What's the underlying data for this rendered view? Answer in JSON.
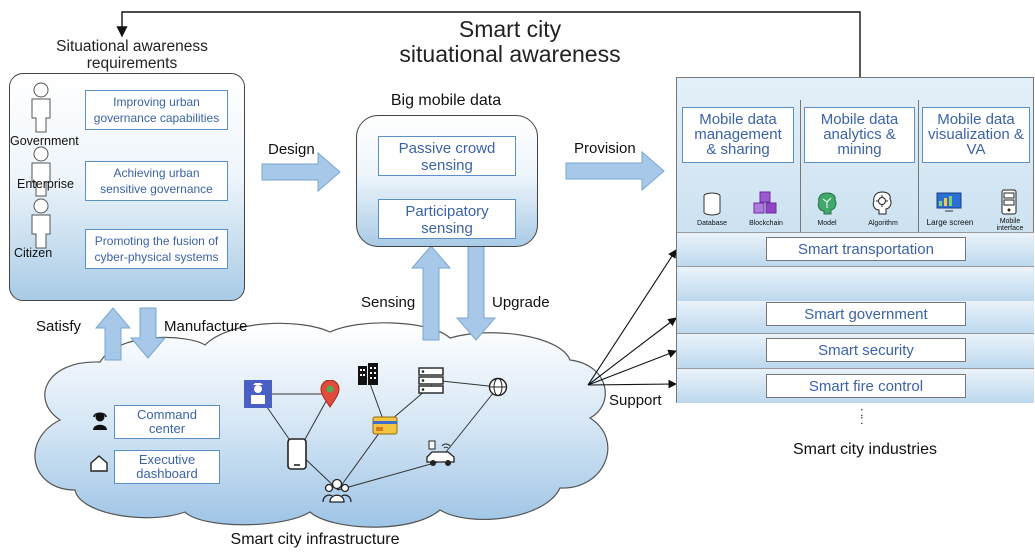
{
  "title": {
    "line1": "Smart city",
    "line2": "situational awareness"
  },
  "requirements": {
    "title_line1": "Situational awareness",
    "title_line2": "requirements",
    "roles": [
      {
        "label": "Government",
        "req_line1": "Improving urban",
        "req_line2": "governance capabilities"
      },
      {
        "label": "Enterprise",
        "req_line1": "Achieving urban",
        "req_line2": "sensitive governance"
      },
      {
        "label": "Citizen",
        "req_line1": "Promoting the fusion of",
        "req_line2": "cyber-physical systems"
      }
    ]
  },
  "mobile_data": {
    "title": "Big mobile data",
    "items": [
      {
        "line1": "Passive crowd",
        "line2": "sensing"
      },
      {
        "line1": "Participatory",
        "line2": "sensing"
      }
    ]
  },
  "arrows": {
    "design": "Design",
    "provision": "Provision",
    "sensing": "Sensing",
    "upgrade": "Upgrade",
    "satisfy": "Satisfy",
    "manufacture": "Manufacture",
    "support": "Support"
  },
  "industries_panel": {
    "columns": [
      {
        "line1": "Mobile data",
        "line2": "management",
        "line3": "& sharing",
        "icons": [
          {
            "name": "database-icon",
            "label": "Database"
          },
          {
            "name": "blockchain-icon",
            "label": "Blockchain"
          }
        ]
      },
      {
        "line1": "Mobile data",
        "line2": "analytics &",
        "line3": "mining",
        "icons": [
          {
            "name": "model-icon",
            "label": "Model"
          },
          {
            "name": "algorithm-icon",
            "label": "Algorithm"
          }
        ]
      },
      {
        "line1": "Mobile data",
        "line2": "visualization &",
        "line3": "VA",
        "icons": [
          {
            "name": "large-screen-icon",
            "label": "Large screen"
          },
          {
            "name": "mobile-interface-icon",
            "label_line1": "Mobile",
            "label_line2": "interface"
          }
        ]
      }
    ],
    "industries": [
      "Smart transportation",
      "Smart government",
      "Smart security",
      "Smart fire control"
    ],
    "ellipsis": ":",
    "caption": "Smart city industries"
  },
  "infrastructure": {
    "caption": "Smart city infrastructure",
    "command_center": {
      "line1": "Command",
      "line2": "center"
    },
    "executive_dashboard": {
      "line1": "Executive",
      "line2": "dashboard"
    },
    "icons": [
      "police-icon",
      "location-pin-icon",
      "building-icon",
      "server-icon",
      "globe-icon",
      "smartphone-icon",
      "payment-card-icon",
      "connected-car-icon",
      "people-group-icon",
      "operator-icon",
      "home-icon"
    ]
  },
  "colors": {
    "accent_text": "#3b63a8",
    "arrow_fill": "#a7c8e8",
    "box_border": "#5a90c6"
  }
}
